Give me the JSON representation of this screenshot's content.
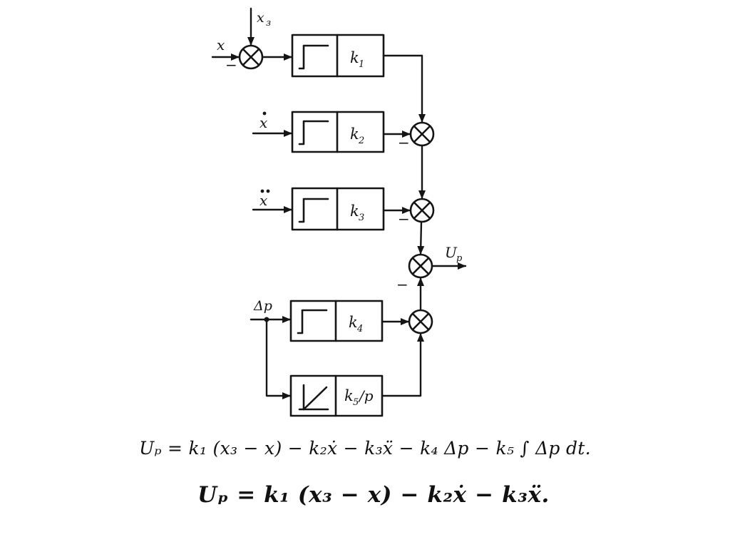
{
  "diagram": {
    "inputs": {
      "x": "x",
      "x_setpoint": "x",
      "x_setpoint_sub": "з",
      "x_dot": "x",
      "x_ddot": "x",
      "delta_p": "Δp"
    },
    "blocks": {
      "b1": "k",
      "b1_sub": "1",
      "b2": "k",
      "b2_sub": "2",
      "b3": "k",
      "b3_sub": "3",
      "b4": "k",
      "b4_sub": "4",
      "b5": "k",
      "b5_sub": "5",
      "b5_tail": "/p"
    },
    "output": {
      "label": "U",
      "sub": "p"
    },
    "minus_sign": "−"
  },
  "formulas": {
    "general": "Uₚ = k₁ (x₃ − x) − k₂ẋ − k₃ẍ − k₄ Δp − k₅ ∫ Δp dt.",
    "simplified": "Uₚ = k₁ (x₃ − x) − k₂ẋ − k₃ẍ."
  }
}
